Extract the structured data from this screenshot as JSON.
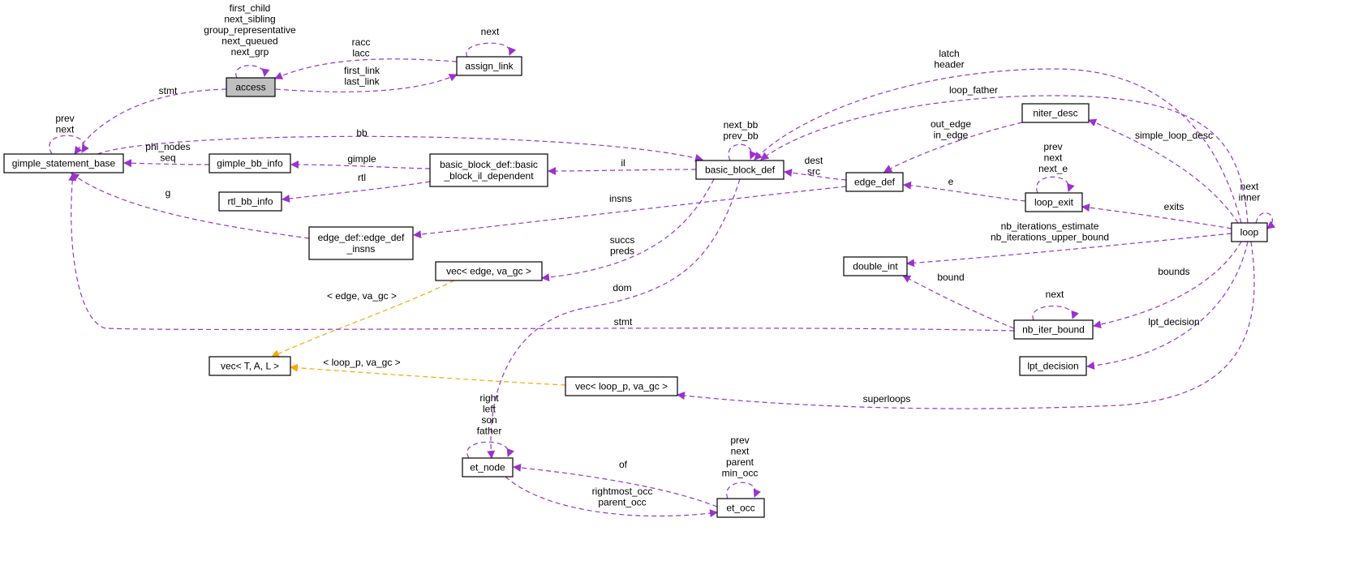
{
  "colors": {
    "member_edge": "#9a32cd",
    "template_edge": "#ffa500",
    "node_fill": "#ffffff",
    "highlight_fill": "#bfbfbf",
    "node_border": "#000000"
  },
  "nodes": [
    {
      "id": "access",
      "label": "access",
      "highlight": true
    },
    {
      "id": "assign_link",
      "label": "assign_link"
    },
    {
      "id": "gimple_statement_base",
      "label": "gimple_statement_base"
    },
    {
      "id": "gimple_bb_info",
      "label": "gimple_bb_info"
    },
    {
      "id": "rtl_bb_info",
      "label": "rtl_bb_info"
    },
    {
      "id": "bbd_il",
      "label": [
        "basic_block_def::basic",
        "_block_il_dependent"
      ]
    },
    {
      "id": "basic_block_def",
      "label": "basic_block_def"
    },
    {
      "id": "edge_def_insns",
      "label": [
        "edge_def::edge_def",
        "_insns"
      ]
    },
    {
      "id": "niter_desc",
      "label": "niter_desc"
    },
    {
      "id": "edge_def",
      "label": "edge_def"
    },
    {
      "id": "loop_exit",
      "label": "loop_exit"
    },
    {
      "id": "loop",
      "label": "loop"
    },
    {
      "id": "vec_edge",
      "label": "vec< edge, va_gc >"
    },
    {
      "id": "double_int",
      "label": "double_int"
    },
    {
      "id": "vec_tal",
      "label": "vec< T, A, L >"
    },
    {
      "id": "nb_iter_bound",
      "label": "nb_iter_bound"
    },
    {
      "id": "lpt_decision",
      "label": "lpt_decision"
    },
    {
      "id": "vec_loop",
      "label": "vec< loop_p, va_gc >"
    },
    {
      "id": "et_node",
      "label": "et_node"
    },
    {
      "id": "et_occ",
      "label": "et_occ"
    }
  ],
  "edges": [
    {
      "id": "access_self",
      "label": [
        "first_child",
        "next_sibling",
        "group_representative",
        "next_queued",
        "next_grp"
      ]
    },
    {
      "id": "assign_link_self",
      "label": [
        "next"
      ]
    },
    {
      "id": "assign_to_access",
      "label": [
        "racc",
        "lacc"
      ]
    },
    {
      "id": "access_to_assign",
      "label": [
        "first_link",
        "last_link"
      ]
    },
    {
      "id": "access_to_gsb",
      "label": [
        "stmt"
      ]
    },
    {
      "id": "gsb_self",
      "label": [
        "prev",
        "next"
      ]
    },
    {
      "id": "gsb_to_bb",
      "label": [
        "bb"
      ]
    },
    {
      "id": "gbbinfo_to_gsb",
      "label": [
        "phi_nodes",
        "seq"
      ]
    },
    {
      "id": "il_to_gbbinfo",
      "label": [
        "gimple"
      ]
    },
    {
      "id": "il_to_rtl",
      "label": [
        "rtl"
      ]
    },
    {
      "id": "bb_to_il",
      "label": [
        "il"
      ]
    },
    {
      "id": "bb_self",
      "label": [
        "next_bb",
        "prev_bb"
      ]
    },
    {
      "id": "insns_to_gsb",
      "label": [
        "g"
      ]
    },
    {
      "id": "edge_to_insns",
      "label": [
        "insns"
      ]
    },
    {
      "id": "loop_to_bb_header",
      "label": [
        "latch",
        "header"
      ]
    },
    {
      "id": "loop_to_bb_father",
      "label": [
        "loop_father"
      ]
    },
    {
      "id": "edge_to_bb",
      "label": [
        "dest",
        "src"
      ]
    },
    {
      "id": "bb_to_edge",
      "label": [
        "out_edge",
        "in_edge"
      ]
    },
    {
      "id": "exit_to_edge",
      "label": [
        "e"
      ]
    },
    {
      "id": "exit_self",
      "label": [
        "prev",
        "next",
        "next_e"
      ]
    },
    {
      "id": "loop_to_niter",
      "label": [
        "simple_loop_desc"
      ]
    },
    {
      "id": "loop_self",
      "label": [
        "next",
        "inner"
      ]
    },
    {
      "id": "loop_to_exit",
      "label": [
        "exits"
      ]
    },
    {
      "id": "loop_to_double",
      "label": [
        "nb_iterations_estimate",
        "nb_iterations_upper_bound"
      ]
    },
    {
      "id": "bb_to_vecedge",
      "label": [
        "succs",
        "preds"
      ]
    },
    {
      "id": "bb_to_etnode",
      "label": [
        "dom"
      ]
    },
    {
      "id": "vecedge_to_tal",
      "label": [
        "< edge, va_gc >"
      ]
    },
    {
      "id": "nib_to_double",
      "label": [
        "bound"
      ]
    },
    {
      "id": "nib_self",
      "label": [
        "next"
      ]
    },
    {
      "id": "loop_to_nib",
      "label": [
        "bounds"
      ]
    },
    {
      "id": "nib_to_gsb",
      "label": [
        "stmt"
      ]
    },
    {
      "id": "loop_to_lpt",
      "label": [
        "lpt_decision"
      ]
    },
    {
      "id": "vecloop_to_tal",
      "label": [
        "< loop_p, va_gc >"
      ]
    },
    {
      "id": "loop_to_vecloop",
      "label": [
        "superloops"
      ]
    },
    {
      "id": "etnode_self",
      "label": [
        "right",
        "left",
        "son",
        "father"
      ]
    },
    {
      "id": "etocc_to_etnode",
      "label": [
        "of"
      ]
    },
    {
      "id": "etocc_self",
      "label": [
        "prev",
        "next",
        "parent",
        "min_occ"
      ]
    },
    {
      "id": "etnode_to_etocc",
      "label": [
        "rightmost_occ",
        "parent_occ"
      ]
    }
  ]
}
